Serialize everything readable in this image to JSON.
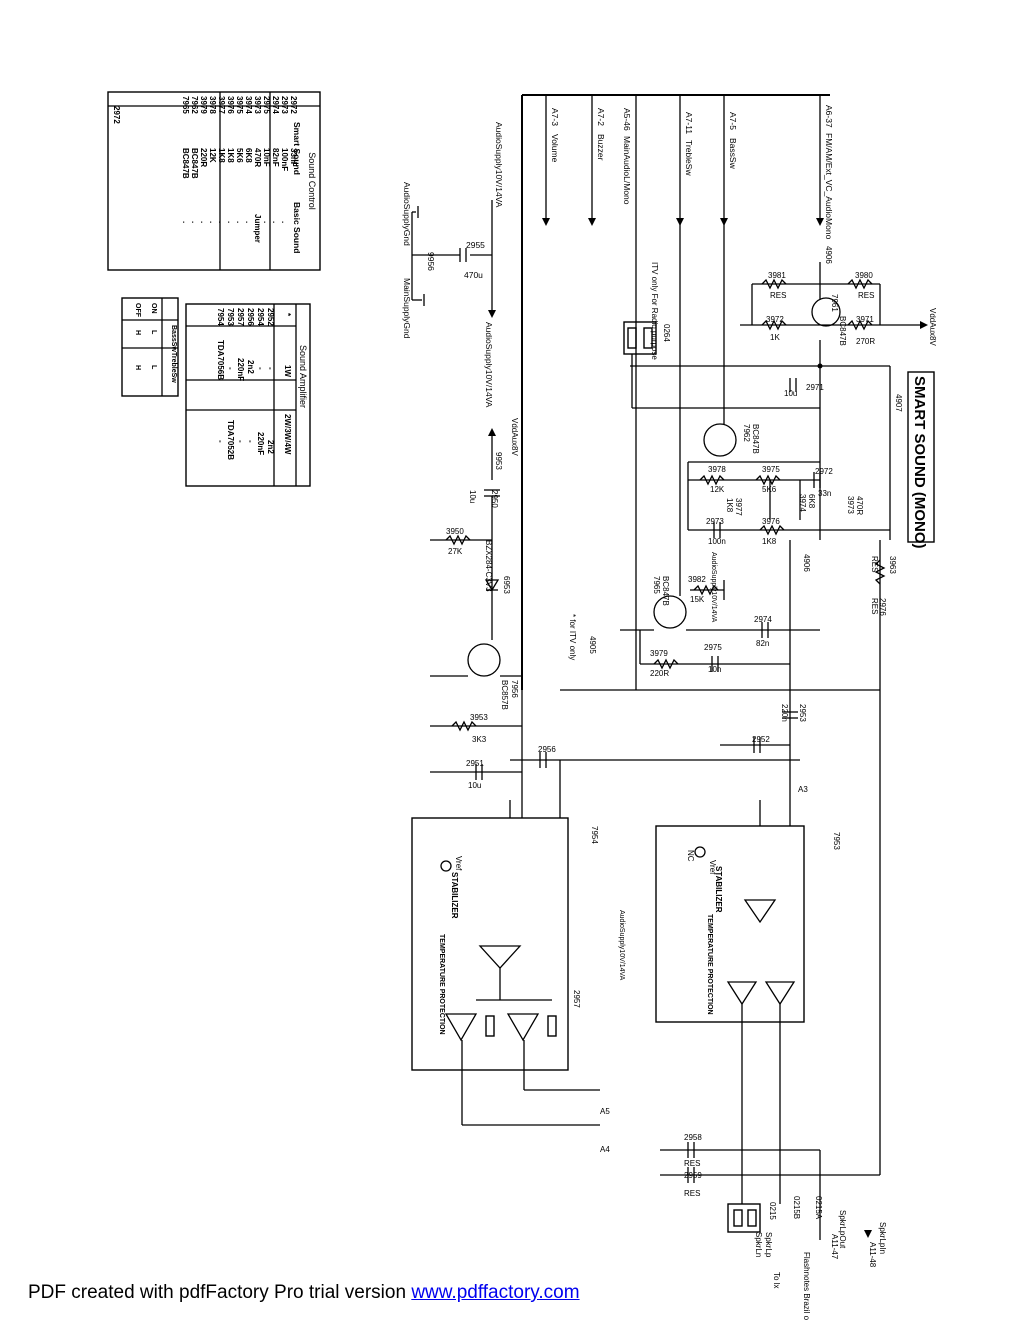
{
  "title": "SMART SOUND (MONO)",
  "sound_control_table": {
    "title": "Sound Control",
    "headers": [
      "",
      "Smart Sound",
      "Basic Sound"
    ],
    "rows": [
      [
        "2972",
        "33nF",
        ""
      ],
      [
        "2973",
        "100nF",
        "."
      ],
      [
        "2974",
        "82nF",
        "."
      ],
      [
        "2975",
        "10nF",
        "."
      ],
      [
        "3973",
        "470R",
        "Jumper"
      ],
      [
        "3974",
        "6K8",
        "."
      ],
      [
        "3975",
        "5K6",
        "."
      ],
      [
        "3976",
        "1K8",
        "."
      ],
      [
        "3977",
        "1K8",
        "."
      ],
      [
        "3978",
        "12K",
        "."
      ],
      [
        "3979",
        "220R",
        "."
      ],
      [
        "7962",
        "BC847B",
        "."
      ],
      [
        "7965",
        "BC847B",
        "."
      ]
    ]
  },
  "sound_amplifier_table": {
    "title": "Sound Amplifier",
    "headers": [
      "*",
      "1W",
      "2W/3W/4W"
    ],
    "rows": [
      [
        "2952",
        "-",
        "2n2"
      ],
      [
        "2954",
        "-",
        "220nF"
      ],
      [
        "2956",
        "2n2",
        "-"
      ],
      [
        "2957",
        "220nF",
        "-"
      ],
      [
        "7953",
        "-",
        "TDA7052B"
      ],
      [
        "7954",
        "TDA7056B",
        "-"
      ]
    ]
  },
  "switch_table": {
    "headers": [
      "",
      "BassSw",
      "TrebleSw"
    ],
    "rows": [
      [
        "ON",
        "L",
        "L"
      ],
      [
        "OFF",
        "H",
        "H"
      ]
    ]
  },
  "inputs": [
    {
      "ref": "A6-37",
      "name": "FM/AM/Ext_VC_AudioMono"
    },
    {
      "ref": "A7-5",
      "name": "BassSw"
    },
    {
      "ref": "A7-11",
      "name": "TrebleSw"
    },
    {
      "ref": "A5-46",
      "name": "MainAudioL/Mono"
    },
    {
      "ref": "A7-2",
      "name": "Buzzer"
    },
    {
      "ref": "A7-3",
      "name": "Volume"
    }
  ],
  "supply_labels": {
    "audio_supply": "AudioSupply10V/14VA",
    "audio_supply_gnd": "AudioSupplyGnd",
    "main_supply_gnd": "MainSupplyGnd",
    "vdd_aux": "VddAux8V",
    "cap_2955": "2955",
    "cap_2955_val": "470u",
    "link_9956": "9956"
  },
  "components": {
    "r3980": "3980",
    "r3980_val": "RES",
    "r3981": "3981",
    "r3981_val": "RES",
    "r3971": "3971",
    "r3971_val": "270R",
    "r3972": "3972",
    "r3972_val": "1K",
    "t7961": "7961",
    "t7961_type": "BC847B",
    "c2971": "2971",
    "c2971_val": "10u",
    "node_4906": "4906",
    "node_4907": "4907",
    "node_4905": "4905",
    "conn_0264": "0264",
    "itv_note": "ITV only For Radio purpose",
    "t7962": "7962",
    "t7962_type": "BC847B",
    "r3978": "3978",
    "r3978_val": "12K",
    "r3975": "3975",
    "r3975_val": "5K6",
    "c2972": "2972",
    "c2972_val": "33n",
    "r3977": "3977",
    "r3977_val": "1K8",
    "r3974": "3974",
    "r3974_val": "6K8",
    "r3973": "3973",
    "r3973_val": "470R",
    "c2973": "2973",
    "c2973_val": "100n",
    "r3976": "3976",
    "r3976_val": "1K8",
    "r3963": "3963",
    "r3963_val": "RES",
    "c2976": "2976",
    "c2976_val": "RES",
    "r3982": "3982",
    "r3982_val": "15K",
    "t7965": "7965",
    "t7965_type": "BC847B",
    "c2974": "2974",
    "c2974_val": "82n",
    "r3979": "3979",
    "r3979_val": "220R",
    "c2975": "2975",
    "c2975_val": "10n",
    "itv_star_note": "* for ITV only",
    "c2953": "2953",
    "c2953_val": "220n",
    "c2952": "2952",
    "c2956": "2956",
    "r3953": "3953",
    "r3953_val": "3K3",
    "c2951": "2951",
    "c2951_val": "10u",
    "c2950": "2950",
    "c2950_val": "10u",
    "link_9953": "9953",
    "r3950": "3950",
    "r3950_val": "27K",
    "d6953": "6953",
    "d6953_type": "BZX284-C3V3",
    "t7956": "7956",
    "t7956_type": "BC857B",
    "ic7954": "7954",
    "ic7953": "7953",
    "stabilizer": "STABILIZER",
    "temp_protection": "TEMPERATURE PROTECTION",
    "vref": "Vref",
    "nc": "NC",
    "c2957": "2957",
    "c2958": "2958",
    "c2958_val": "RES",
    "c2959": "2959",
    "c2959_val": "RES",
    "conn_0215": "0215",
    "node_0215A": "0215A",
    "node_0215B": "0215B",
    "a3": "A3",
    "a4": "A4",
    "a5": "A5",
    "spkr_lp": "SpkrLp",
    "spkr_ln": "SpkrLn",
    "spkr_lpout": "SpkrLpOut",
    "spkr_lpin": "SpkrLpIn",
    "a11_47": "A11-47",
    "a11_48": "A11-48",
    "flashnotes": "Flashnotes Brazil only",
    "to_lx": "To lx"
  },
  "footer": {
    "text": "PDF created with pdfFactory Pro trial version ",
    "link": "www.pdffactory.com"
  }
}
